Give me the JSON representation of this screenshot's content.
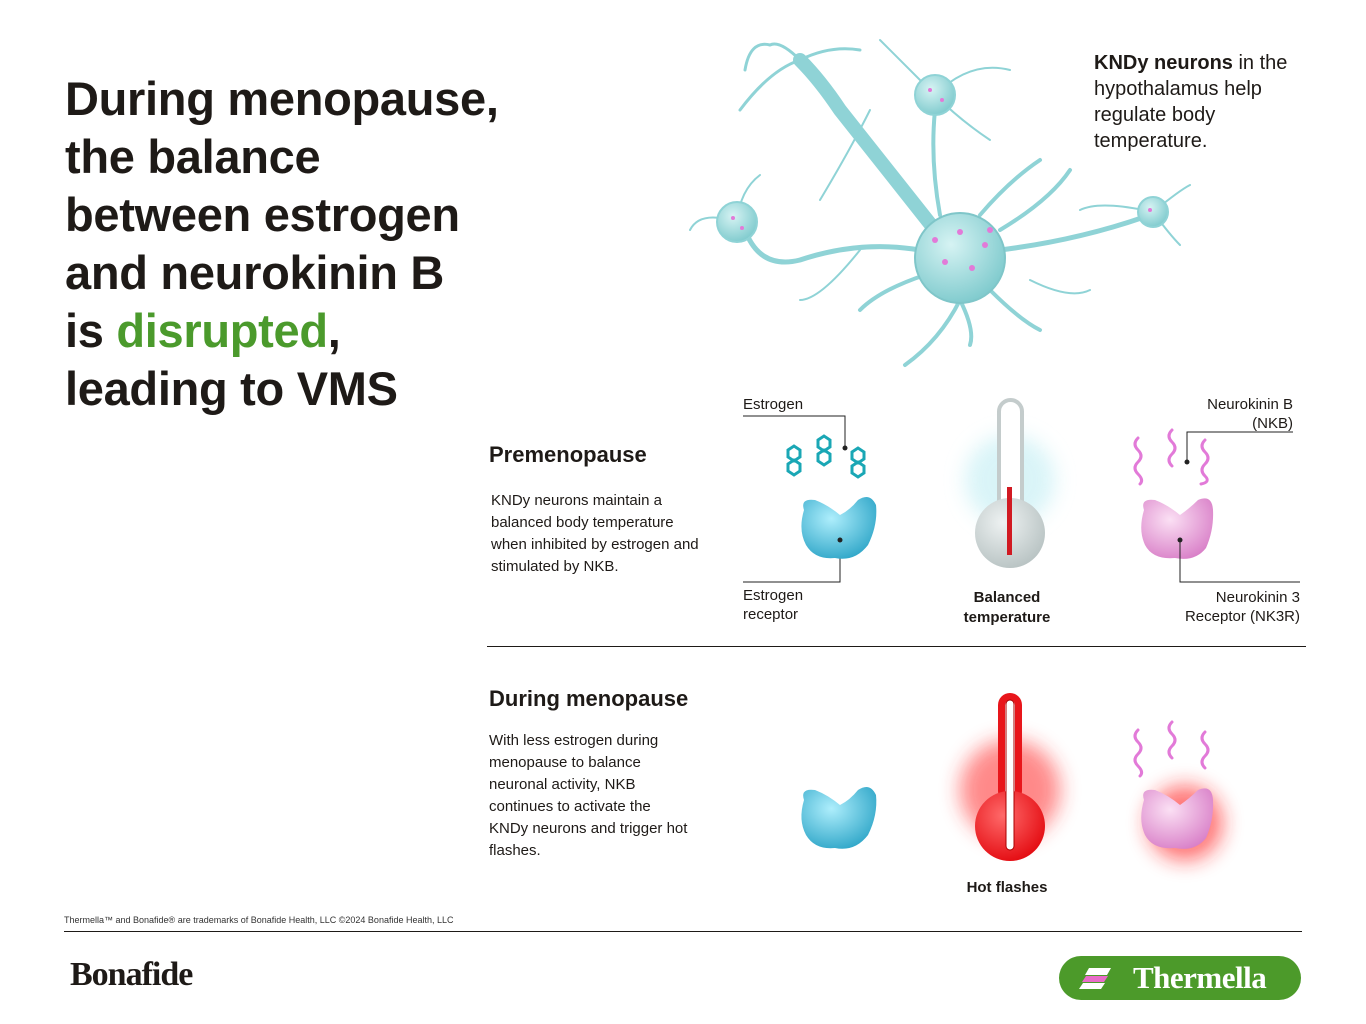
{
  "headline": {
    "lines": [
      "During menopause,",
      "the balance",
      "between estrogen",
      "and neurokinin B"
    ],
    "line5_prefix": "is ",
    "highlight": "disrupted",
    "line5_suffix": ",",
    "line6": "leading to VMS",
    "highlight_color": "#4b9a2c"
  },
  "knd_caption": {
    "bold": "KNDy neurons",
    "rest": " in the hypothalamus help regulate body temperature."
  },
  "premenopause": {
    "title": "Premenopause",
    "body": "KNDy neurons maintain a balanced body temperature when inhibited by estrogen and stimulated by NKB.",
    "labels": {
      "estrogen": "Estrogen",
      "nkb_line1": "Neurokinin B",
      "nkb_line2": "(NKB)",
      "er_line1": "Estrogen",
      "er_line2": "receptor",
      "temp_line1": "Balanced",
      "temp_line2": "temperature",
      "nk3r_line1": "Neurokinin 3",
      "nk3r_line2": "Receptor (NK3R)"
    }
  },
  "menopause": {
    "title": "During menopause",
    "body": "With less estrogen during menopause to balance neuronal activity, NKB continues to activate the KNDy neurons and trigger hot flashes.",
    "temp_label": "Hot flashes"
  },
  "footer": {
    "trademark": "Thermella™ and Bonafide® are trademarks of Bonafide Health, LLC ©2024 Bonafide Health, LLC",
    "logo_left": "Bonafide",
    "logo_right": "Thermella"
  },
  "colors": {
    "green": "#4c9a2a",
    "teal": "#5fc6d6",
    "pink": "#e27ad8",
    "red": "#e8161b"
  }
}
